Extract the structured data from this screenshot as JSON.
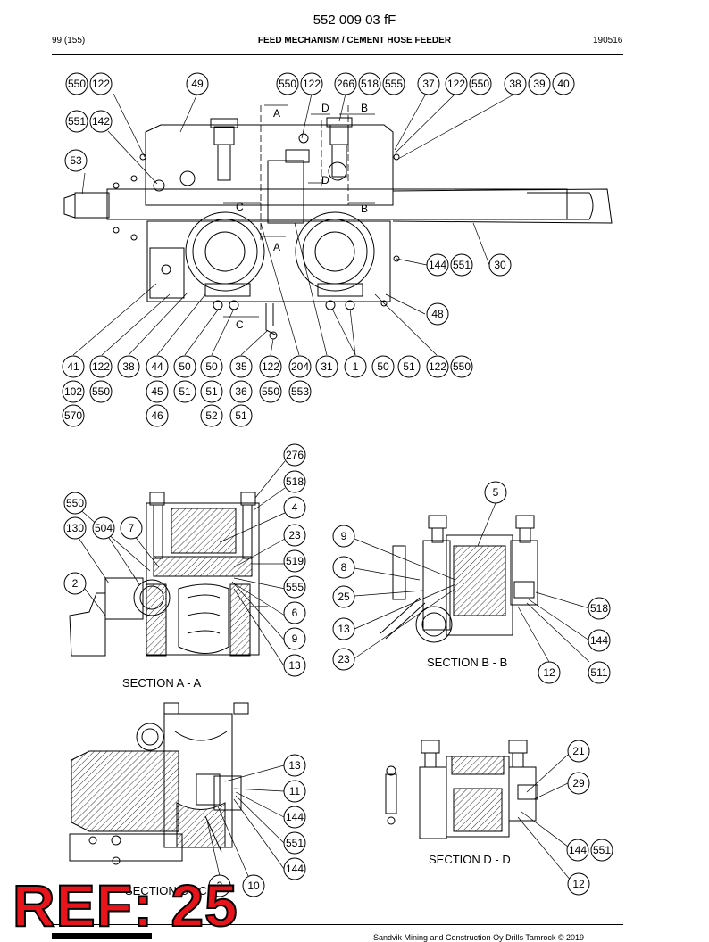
{
  "header": {
    "doc_number": "552 009 03 fF",
    "page": "99 (155)",
    "title": "FEED MECHANISM / CEMENT HOSE FEEDER",
    "code": "190516"
  },
  "sections": {
    "a": "SECTION A - A",
    "b": "SECTION B - B",
    "c": "SECTION C - C",
    "d": "SECTION D - D"
  },
  "section_markers": {
    "a": "A",
    "b": "B",
    "c": "C",
    "d": "D"
  },
  "balloons_top": {
    "b550a": "550",
    "b122a": "122",
    "b49": "49",
    "b550b": "550",
    "b122b": "122",
    "b266": "266",
    "b518": "518",
    "b555": "555",
    "b37": "37",
    "b122c": "122",
    "b550c": "550",
    "b38": "38",
    "b39": "39",
    "b40": "40",
    "b551": "551",
    "b142": "142",
    "b53": "53",
    "b144": "144",
    "b551b": "551",
    "b30": "30",
    "b48": "48"
  },
  "balloons_bottom_row": {
    "r41": "41",
    "r122": "122",
    "r38": "38",
    "r44": "44",
    "r50a": "50",
    "r50b": "50",
    "r35": "35",
    "r122b": "122",
    "r204": "204",
    "r31": "31",
    "r1": "1",
    "r50c": "50",
    "r51": "51",
    "r122c": "122",
    "r550": "550",
    "r102": "102",
    "r550b": "550",
    "r45": "45",
    "r51b": "51",
    "r51c": "51",
    "r36": "36",
    "r550c": "550",
    "r553": "553",
    "r570": "570",
    "r46": "46",
    "r52": "52",
    "r51d": "51"
  },
  "balloons_section_a": {
    "a276": "276",
    "a518": "518",
    "a550": "550",
    "a4": "4",
    "a130": "130",
    "a504": "504",
    "a7": "7",
    "a23": "23",
    "a519": "519",
    "a2": "2",
    "a555": "555",
    "a6": "6",
    "a9": "9",
    "a13": "13"
  },
  "balloons_section_b": {
    "b5": "5",
    "b9": "9",
    "b8": "8",
    "b25": "25",
    "b13": "13",
    "b23": "23",
    "b518": "518",
    "b144": "144",
    "b12": "12",
    "b511": "511"
  },
  "balloons_section_c": {
    "c13": "13",
    "c11": "11",
    "c144": "144",
    "c551": "551",
    "c144b": "144",
    "c3": "3",
    "c10": "10"
  },
  "balloons_section_d": {
    "d21": "21",
    "d29": "29",
    "d144": "144",
    "d551": "551",
    "d12": "12"
  },
  "footer": {
    "ref": "REF: 25",
    "copyright": "Sandvik Mining and Construction Oy Drills Tamrock © 2019"
  }
}
